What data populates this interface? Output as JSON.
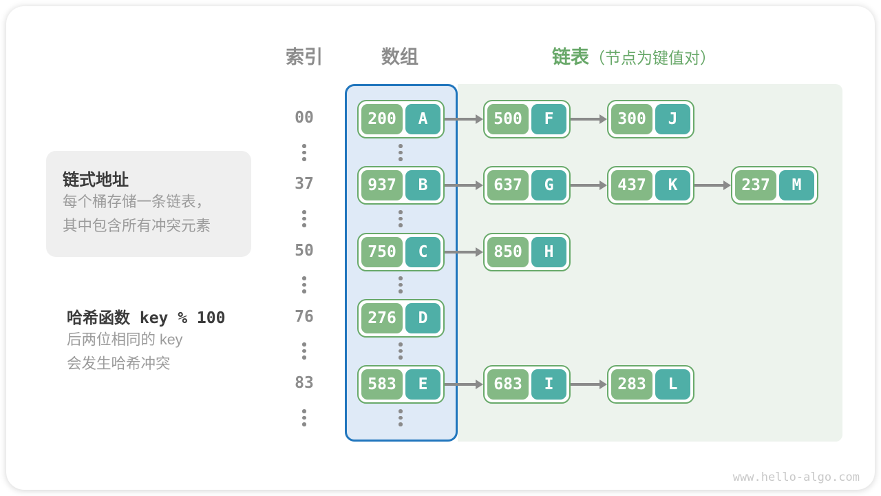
{
  "headers": {
    "index": "索引",
    "array": "数组",
    "list": "链表",
    "list_note": "（节点为键值对）"
  },
  "info_box": {
    "title": "链式地址",
    "lines": [
      "每个桶存储一条链表，",
      "其中包含所有冲突元素"
    ]
  },
  "hash_note": {
    "title": "哈希函数 key % 100",
    "lines": [
      "后两位相同的 key",
      "会发生哈希冲突"
    ]
  },
  "rows": [
    {
      "index": "00",
      "nodes": [
        {
          "key": "200",
          "value": "A"
        },
        {
          "key": "500",
          "value": "F"
        },
        {
          "key": "300",
          "value": "J"
        }
      ]
    },
    {
      "index": "37",
      "nodes": [
        {
          "key": "937",
          "value": "B"
        },
        {
          "key": "637",
          "value": "G"
        },
        {
          "key": "437",
          "value": "K"
        },
        {
          "key": "237",
          "value": "M"
        }
      ]
    },
    {
      "index": "50",
      "nodes": [
        {
          "key": "750",
          "value": "C"
        },
        {
          "key": "850",
          "value": "H"
        }
      ]
    },
    {
      "index": "76",
      "nodes": [
        {
          "key": "276",
          "value": "D"
        }
      ]
    },
    {
      "index": "83",
      "nodes": [
        {
          "key": "583",
          "value": "E"
        },
        {
          "key": "683",
          "value": "I"
        },
        {
          "key": "283",
          "value": "L"
        }
      ]
    }
  ],
  "watermark": "www.hello-algo.com",
  "colors": {
    "key_green": "#84b985",
    "value_teal": "#4fafa7",
    "node_border": "#69aa6b",
    "array_border": "#2176bd",
    "array_bg": "#dfeaf7",
    "list_bg": "#edf3ed",
    "arrow_gray": "#8a8a8a",
    "header_gray": "#8c8c8c",
    "header_green": "#68a869",
    "text_dark": "#3b3b3b",
    "text_gray": "#9b9b9b",
    "infobox_bg": "#efefef",
    "watermark_gray": "#c8c8c8"
  }
}
